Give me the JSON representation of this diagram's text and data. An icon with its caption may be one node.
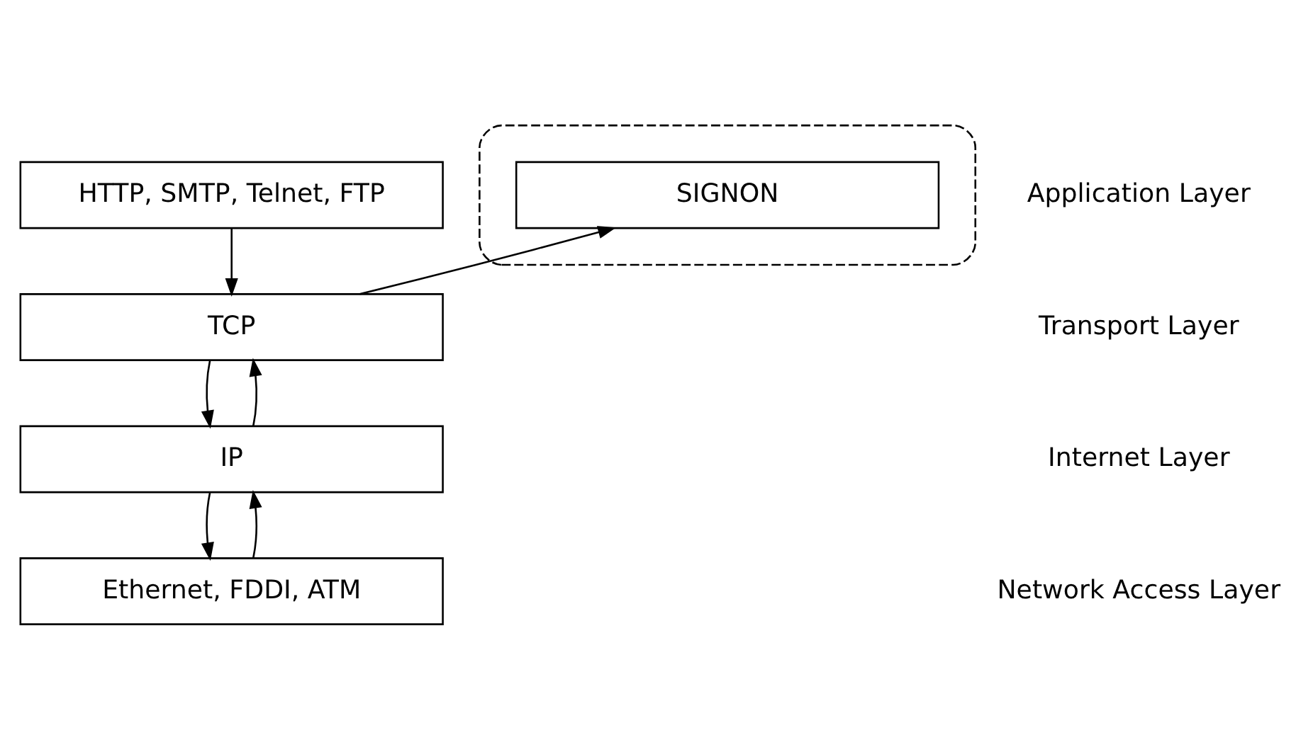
{
  "diagram": {
    "nodes": [
      {
        "text": [
          "HTTP, SMTP, Telnet, FTP"
        ]
      },
      {
        "text": [],
        "shape": "ellipse"
      },
      {
        "text": [
          "SIGNON"
        ],
        "in": 1
      },
      {
        "text": [
          "TCP"
        ]
      },
      {
        "text": [
          "IP"
        ]
      },
      {
        "text": [
          "Ethernet, FDDI, ATM"
        ]
      }
    ],
    "edges": [
      {
        "from": 0,
        "to": 3,
        "arrow": "to"
      },
      {
        "from": 3,
        "to": 2,
        "arrow": "to"
      },
      {
        "from": 3,
        "to": 4,
        "arrow": "to"
      },
      {
        "from": 4,
        "to": 3,
        "arrow": "to"
      },
      {
        "from": 4,
        "to": 5,
        "arrow": "to"
      },
      {
        "from": 5,
        "to": 4,
        "arrow": "to"
      }
    ],
    "labels": [
      "Application Layer",
      "Transport Layer",
      "Internet Layer",
      "Network Access Layer"
    ]
  }
}
